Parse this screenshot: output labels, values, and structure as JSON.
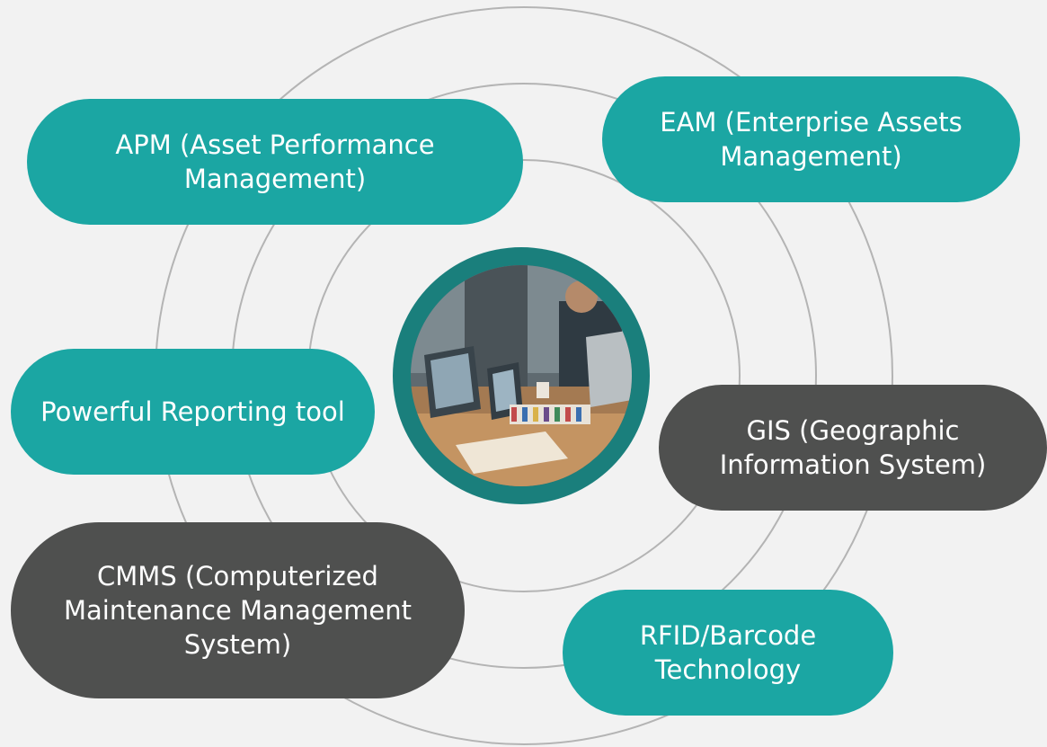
{
  "center_image": {
    "icon": "office-meeting-photo"
  },
  "nodes": {
    "apm": "APM (Asset Performance Management)",
    "eam": "EAM (Enterprise Assets Management)",
    "reporting": "Powerful Reporting tool",
    "gis": "GIS (Geographic Information System)",
    "cmms": "CMMS (Computerized Maintenance Management System)",
    "rfid": "RFID/Barcode Technology"
  },
  "colors": {
    "background": "#f2f2f2",
    "teal": "#1ba6a3",
    "dark_gray": "#4f504f",
    "ring_line": "#b4b4b4",
    "photo_border": "#1a7f7c",
    "text": "#ffffff"
  }
}
